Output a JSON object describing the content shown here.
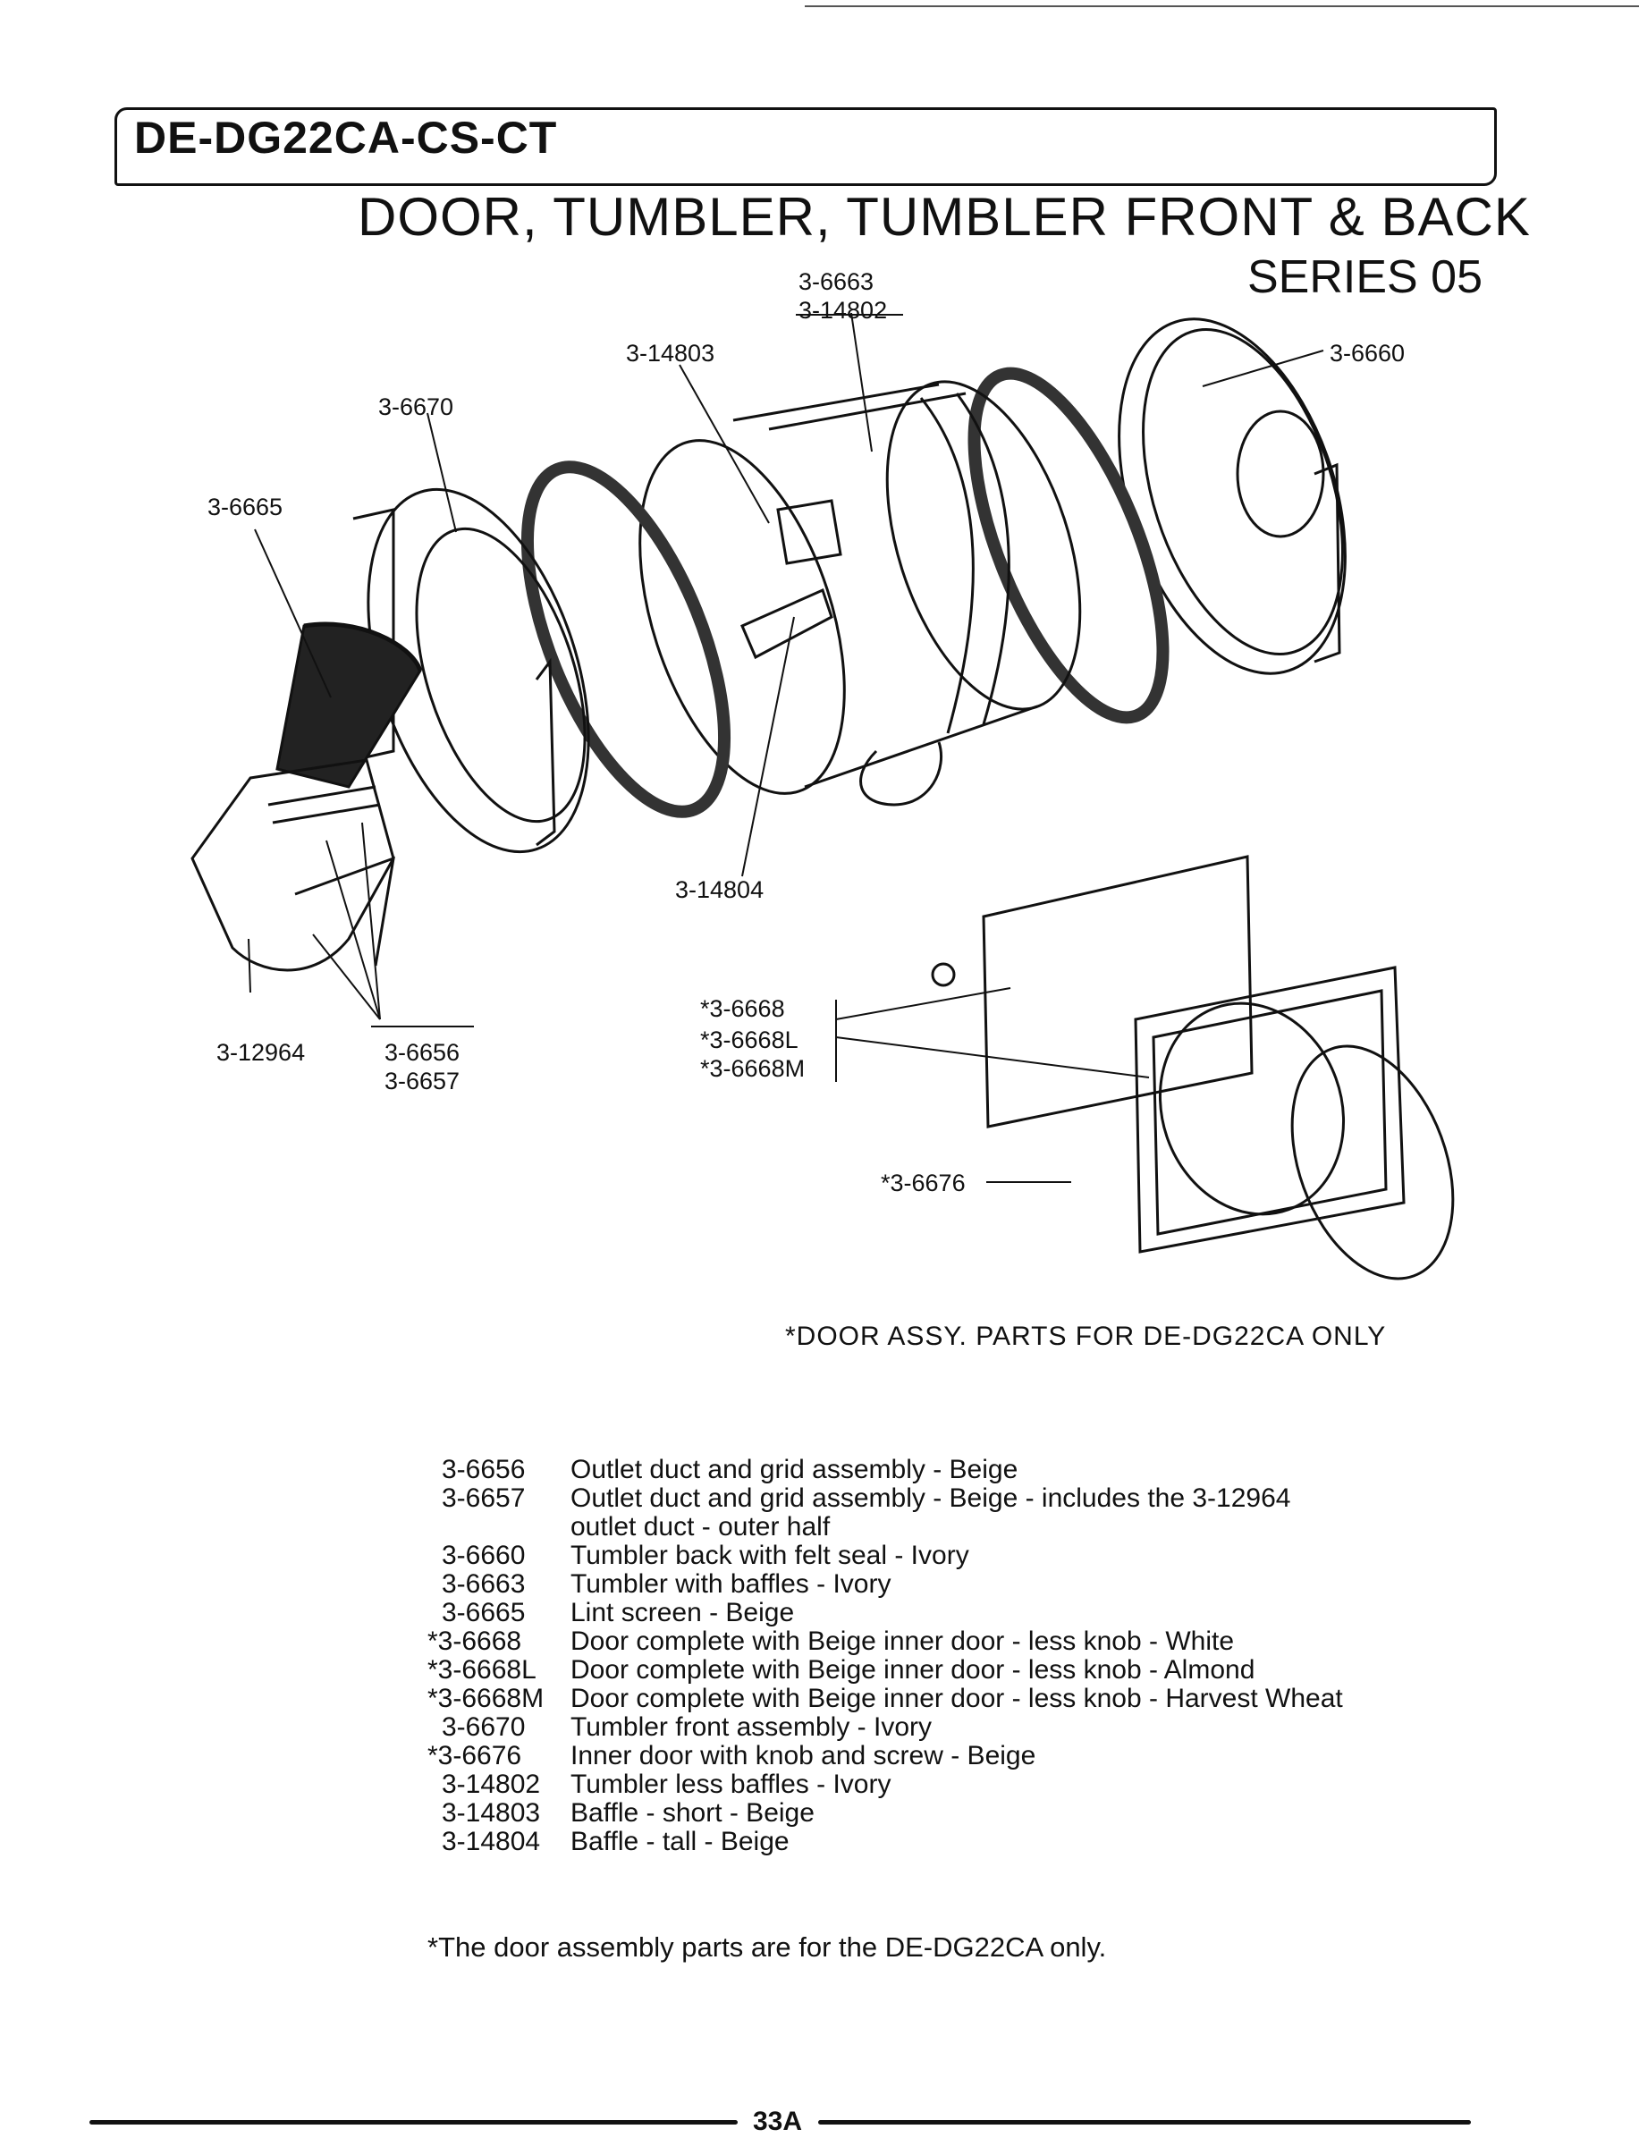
{
  "header": {
    "model": "DE-DG22CA-CS-CT",
    "title": "DOOR, TUMBLER, TUMBLER FRONT & BACK",
    "series": "SERIES 05"
  },
  "callouts": {
    "c6663": "3-6663",
    "c14802": "3-14802",
    "c14803": "3-14803",
    "c6660": "3-6660",
    "c6670": "3-6670",
    "c6665": "3-6665",
    "c14804": "3-14804",
    "c6668": "*3-6668",
    "c6668L": "*3-6668L",
    "c6668M": "*3-6668M",
    "c12964": "3-12964",
    "c6656": "3-6656",
    "c6657": "3-6657",
    "c6676": "*3-6676"
  },
  "door_note": "*DOOR ASSY. PARTS FOR DE-DG22CA ONLY",
  "parts": [
    {
      "pn": "3-6656",
      "desc": "Outlet duct and grid assembly - Beige"
    },
    {
      "pn": "3-6657",
      "desc": "Outlet duct and grid assembly - Beige - includes the 3-12964"
    },
    {
      "pn": "",
      "desc": "outlet duct - outer half"
    },
    {
      "pn": "3-6660",
      "desc": "Tumbler back with felt seal - Ivory"
    },
    {
      "pn": "3-6663",
      "desc": "Tumbler with baffles - Ivory"
    },
    {
      "pn": "3-6665",
      "desc": "Lint screen - Beige"
    },
    {
      "pn": "*3-6668",
      "desc": "Door complete with Beige inner door - less knob - White"
    },
    {
      "pn": "*3-6668L",
      "desc": "Door complete with Beige inner door - less knob - Almond"
    },
    {
      "pn": "*3-6668M",
      "desc": "Door complete with Beige inner door - less knob - Harvest Wheat"
    },
    {
      "pn": "3-6670",
      "desc": "Tumbler front assembly - Ivory"
    },
    {
      "pn": "*3-6676",
      "desc": "Inner door with knob and screw - Beige"
    },
    {
      "pn": "3-14802",
      "desc": "Tumbler less baffles - Ivory"
    },
    {
      "pn": "3-14803",
      "desc": "Baffle - short - Beige"
    },
    {
      "pn": "3-14804",
      "desc": "Baffle - tall - Beige"
    }
  ],
  "footnote": "*The door assembly parts are for the DE-DG22CA only.",
  "page_number": "33A"
}
